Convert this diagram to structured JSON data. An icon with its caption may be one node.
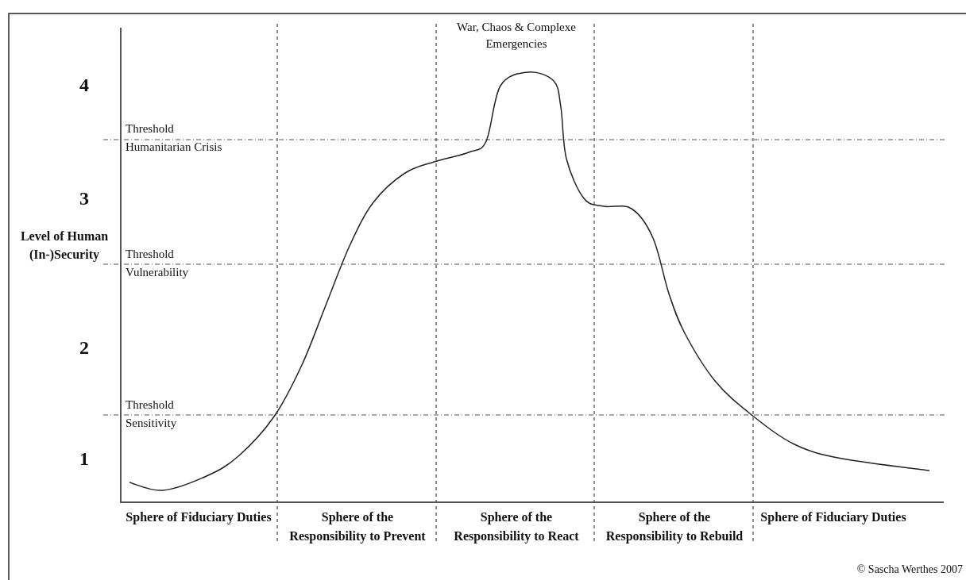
{
  "diagram": {
    "labels": [
      "War, Chaos & Complexe Emergencies",
      "4",
      "Threshold Humanitarian Crisis",
      "3",
      "Level of Human (In-)Security",
      "Threshold Vulnerability",
      "2",
      "Threshold Sensitivity",
      "1",
      "Sphere of Fiduciary Duties",
      "Sphere of the Responsibility to Prevent",
      "Sphere of the Responsibility to React",
      "Sphere of the Responsibility to Rebuild",
      "Sphere of Fiduciary Duties",
      "© Sascha Werthes 2007"
    ]
  }
}
